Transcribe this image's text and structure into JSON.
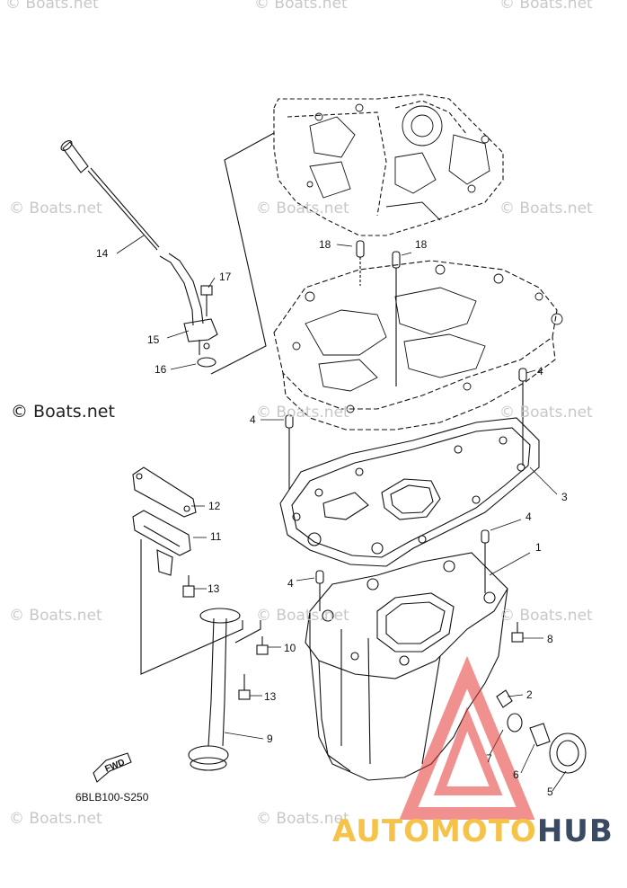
{
  "watermarks": [
    "© Boats.net",
    "© Boats.net",
    "© Boats.net",
    "© Boats.net",
    "© Boats.net",
    "© Boats.net",
    "© Boats.net",
    "© Boats.net",
    "© Boats.net",
    "© Boats.net",
    "© Boats.net",
    "© Boats.net",
    "© Boats.net"
  ],
  "main_watermark": "© Boats.net",
  "diagram_code": "6BLB100-S250",
  "fwd_label": "FWD",
  "brand": {
    "part1": "AUTOMOTO",
    "part2": "HUB"
  },
  "colors": {
    "line": "#111111",
    "watermark": "#c8c8c8",
    "brand_yellow": "#f6c34a",
    "brand_navy": "#3a4a63",
    "logo_red": "#e53935"
  },
  "callouts": [
    "18",
    "18",
    "17",
    "14",
    "15",
    "16",
    "4",
    "4",
    "3",
    "12",
    "11",
    "4",
    "4",
    "1",
    "13",
    "8",
    "10",
    "2",
    "13",
    "9",
    "7",
    "6",
    "5"
  ]
}
